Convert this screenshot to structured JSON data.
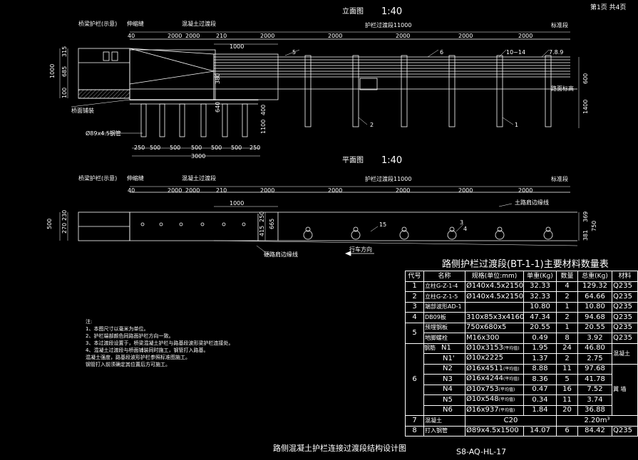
{
  "page_label": "第1页 共4页",
  "elevation": {
    "title": "立面图",
    "scale": "1:40",
    "top_labels": {
      "left": "桥梁护栏(示意)",
      "joint": "伸缩缝",
      "transition": "混凝土过渡段",
      "total": "护栏过渡段11000",
      "right": "标准段"
    },
    "dims_top": [
      "40",
      "2000",
      "2000",
      "210",
      "2000",
      "2000",
      "2000",
      "2000",
      "2000"
    ],
    "dim_1000": "1000",
    "left_dims": [
      "315",
      "685",
      "1000",
      "100"
    ],
    "mid_dims": [
      "380",
      "640",
      "1100",
      "400"
    ],
    "right_dims": [
      "600",
      "1400"
    ],
    "callouts": [
      "5",
      "6",
      "10~14",
      "7.8.9",
      "2",
      "1"
    ],
    "pile_label": "Ø89x4.5钢管",
    "ground_label": "路面标高",
    "deck_label": "桥面铺装",
    "bottom_dims": [
      "250",
      "500",
      "500",
      "500",
      "500",
      "500",
      "250"
    ],
    "bottom_total": "3000"
  },
  "plan": {
    "title": "平面图",
    "scale": "1:40",
    "top_labels": {
      "left": "桥梁护栏(示意)",
      "joint": "伸缩缝",
      "transition": "混凝土过渡段",
      "total": "护栏过渡段11000",
      "right": "标准段"
    },
    "dims_top": [
      "40",
      "2000",
      "2000",
      "210",
      "2000",
      "2000",
      "2000",
      "2000",
      "2000"
    ],
    "dim_1000": "1000",
    "left_dims": [
      "500",
      "270",
      "230"
    ],
    "mid_dims": [
      "415",
      "250",
      "665"
    ],
    "right_dims": [
      "381",
      "369",
      "750"
    ],
    "callouts": [
      "15",
      "3",
      "4"
    ],
    "label_edge": "土路肩边缘线",
    "label_bottom": "硬路肩边缘线",
    "label_direction": "行车方向"
  },
  "table": {
    "title": "路侧护栏过渡段(BT-1-1)主要材料数量表",
    "headers": [
      "代号",
      "名称",
      "规格(单位:mm)",
      "单重(Kg)",
      "数量",
      "总重(Kg)",
      "材料"
    ],
    "rows": [
      {
        "code": "1",
        "name": "立柱G-Z-1-4",
        "spec": "Ø140x4.5x2150",
        "unit": "32.33",
        "qty": "4",
        "total": "129.32",
        "mat": "Q235"
      },
      {
        "code": "2",
        "name": "立柱G-Z-1-5",
        "spec": "Ø140x4.5x2150",
        "unit": "32.33",
        "qty": "2",
        "total": "64.66",
        "mat": "Q235"
      },
      {
        "code": "3",
        "name": "端部波形AD-1",
        "spec": "",
        "unit": "10.80",
        "qty": "1",
        "total": "10.80",
        "mat": "Q235"
      },
      {
        "code": "4",
        "name": "DB09板",
        "spec": "310x85x3x4160",
        "unit": "47.34",
        "qty": "2",
        "total": "94.68",
        "mat": "Q235"
      },
      {
        "code": "5",
        "name": "预埋钢板",
        "spec": "750x680x5",
        "unit": "20.55",
        "qty": "1",
        "total": "20.55",
        "mat": "Q235"
      },
      {
        "code": "",
        "name": "地脚螺栓",
        "spec": "M16x300",
        "unit": "0.49",
        "qty": "8",
        "total": "3.92",
        "mat": "Q235"
      }
    ],
    "rebar_code": "6",
    "rebar_name": "钢筋",
    "rebar_rows": [
      {
        "id": "N1",
        "spec": "Ø10x3153",
        "avg": "(平均值)",
        "unit": "1.95",
        "qty": "24",
        "total": "46.80"
      },
      {
        "id": "N1'",
        "spec": "Ø10x2225",
        "avg": "",
        "unit": "1.37",
        "qty": "2",
        "total": "2.75"
      },
      {
        "id": "N2",
        "spec": "Ø16x4511",
        "avg": "(平均值)",
        "unit": "8.88",
        "qty": "11",
        "total": "97.68"
      },
      {
        "id": "N3",
        "spec": "Ø16x4244",
        "avg": "(平均值)",
        "unit": "8.36",
        "qty": "5",
        "total": "41.78"
      },
      {
        "id": "N4",
        "spec": "Ø10x753",
        "avg": "(平均值)",
        "unit": "0.47",
        "qty": "16",
        "total": "7.52"
      },
      {
        "id": "N5",
        "spec": "Ø10x548",
        "avg": "(平均值)",
        "unit": "0.34",
        "qty": "11",
        "total": "3.74"
      },
      {
        "id": "N6",
        "spec": "Ø16x937",
        "avg": "(平均值)",
        "unit": "1.84",
        "qty": "20",
        "total": "36.88"
      }
    ],
    "rebar_mat_top": "混凝土",
    "rebar_mat_bottom": "翼 墙",
    "row7": {
      "code": "7",
      "name": "混凝土",
      "spec": "C20",
      "total": "2.20m³"
    },
    "row8": {
      "code": "8",
      "name": "打入钢管",
      "spec": "Ø89x4.5x1500",
      "unit": "14.07",
      "qty": "6",
      "total": "84.42",
      "mat": "Q235"
    }
  },
  "notes": {
    "heading": "注:",
    "items": [
      "1、本图尺寸以毫米为单位。",
      "2、护栏端部颜色同路面护栏方向一致。",
      "3、本过渡段设置于，桥梁混凝土护栏与路基段波形梁护栏连接处。",
      "4、混凝土过渡段与桥面铺装同时施工，钢管打入路基。",
      "   混凝土强度，路基段波形护栏参照标准图施工。",
      "   钢管打入前须确定其位置后方可施工。"
    ]
  },
  "drawing_title": "路侧混凝土护栏连接过渡段结构设计图",
  "drawing_code": "S8-AQ-HL-17"
}
